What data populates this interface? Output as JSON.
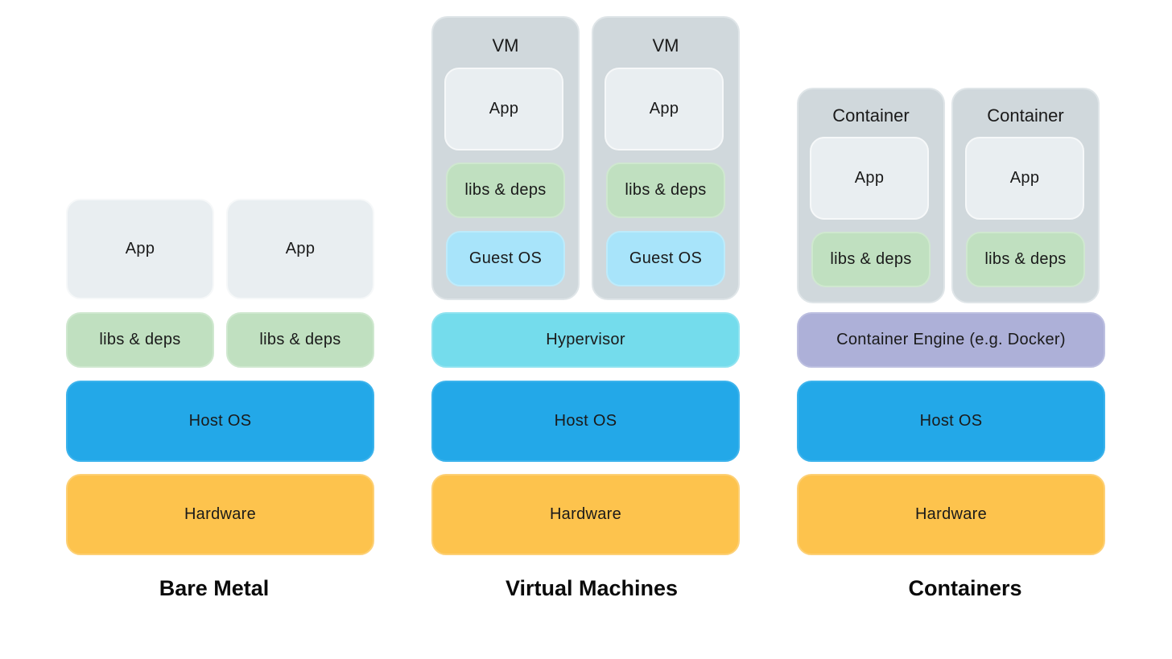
{
  "bare_metal": {
    "apps": [
      "App",
      "App"
    ],
    "libs": [
      "libs & deps",
      "libs & deps"
    ],
    "host_os": "Host OS",
    "hardware": "Hardware",
    "caption": "Bare Metal"
  },
  "virtual_machines": {
    "vms": [
      {
        "label": "VM",
        "app": "App",
        "libs": "libs & deps",
        "guest_os": "Guest OS"
      },
      {
        "label": "VM",
        "app": "App",
        "libs": "libs & deps",
        "guest_os": "Guest OS"
      }
    ],
    "hypervisor": "Hypervisor",
    "host_os": "Host OS",
    "hardware": "Hardware",
    "caption": "Virtual Machines"
  },
  "containers": {
    "containers": [
      {
        "label": "Container",
        "app": "App",
        "libs": "libs & deps"
      },
      {
        "label": "Container",
        "app": "App",
        "libs": "libs & deps"
      }
    ],
    "engine": "Container Engine (e.g. Docker)",
    "host_os": "Host OS",
    "hardware": "Hardware",
    "caption": "Containers"
  },
  "colors": {
    "app": "#e9eef1",
    "libs": "#c0e0c0",
    "guest_os": "#a8e4fa",
    "host_os": "#23a8e8",
    "hardware": "#fdc34d",
    "hypervisor": "#74dcec",
    "container_engine": "#adb0d8",
    "wrapper": "#d0d8dc"
  }
}
